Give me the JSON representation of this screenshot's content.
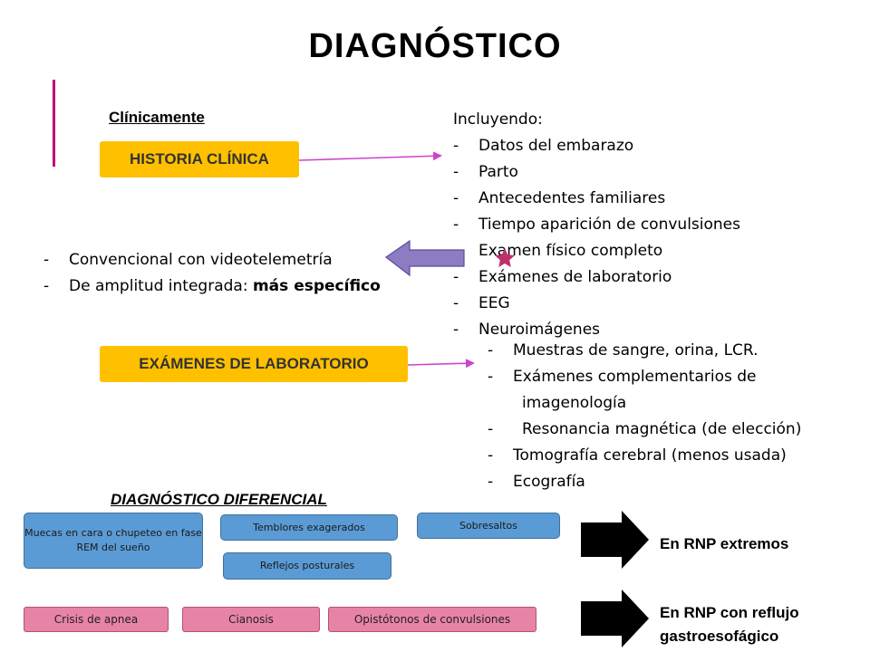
{
  "title": "DIAGNÓSTICO",
  "clinically_label": "Clínicamente",
  "historia": {
    "label": "HISTORIA CLÍNICA",
    "intro": "Incluyendo:",
    "items": [
      "Datos del embarazo",
      "Parto",
      "Antecedentes familiares",
      "Tiempo aparición de convulsiones",
      "Examen físico completo",
      "Exámenes de laboratorio",
      "EEG",
      "Neuroimágenes"
    ]
  },
  "eeg_types": {
    "items": [
      "Convencional con videotelemetría",
      "De amplitud integrada:"
    ],
    "emphasis": "más específico"
  },
  "laboratorio": {
    "label": "EXÁMENES DE LABORATORIO",
    "items": [
      {
        "dash": "-",
        "text": "Muestras de sangre, orina, LCR."
      },
      {
        "dash": "-",
        "text": "Exámenes complementarios de"
      },
      {
        "dash": "",
        "text": "imagenología"
      },
      {
        "dash": "-",
        "text": "Resonancia magnética (de elección)"
      },
      {
        "dash": "-",
        "text": "Tomografía cerebral (menos usada)"
      },
      {
        "dash": "-",
        "text": "Ecografía"
      }
    ]
  },
  "diferencial": {
    "heading": "DIAGNÓSTICO DIFERENCIAL",
    "blue_boxes": [
      "Muecas en cara o chupeteo en fase REM del sueño",
      "Temblores exagerados",
      "Sobresaltos",
      "Reflejos posturales"
    ],
    "pink_boxes": [
      "Crisis de apnea",
      "Cianosis",
      "Opistótonos de convulsiones"
    ],
    "rnp_extremos": "En RNP extremos",
    "rnp_reflujo_1": "En RNP con reflujo",
    "rnp_reflujo_2": "gastroesofágico"
  },
  "colors": {
    "orange": "#ffc000",
    "magenta_arrow": "#cc44cc",
    "purple_arrow": "#8e7cc3",
    "blue_box": "#5b9bd5",
    "pink_box": "#e883a8",
    "star": "#c0306a"
  }
}
